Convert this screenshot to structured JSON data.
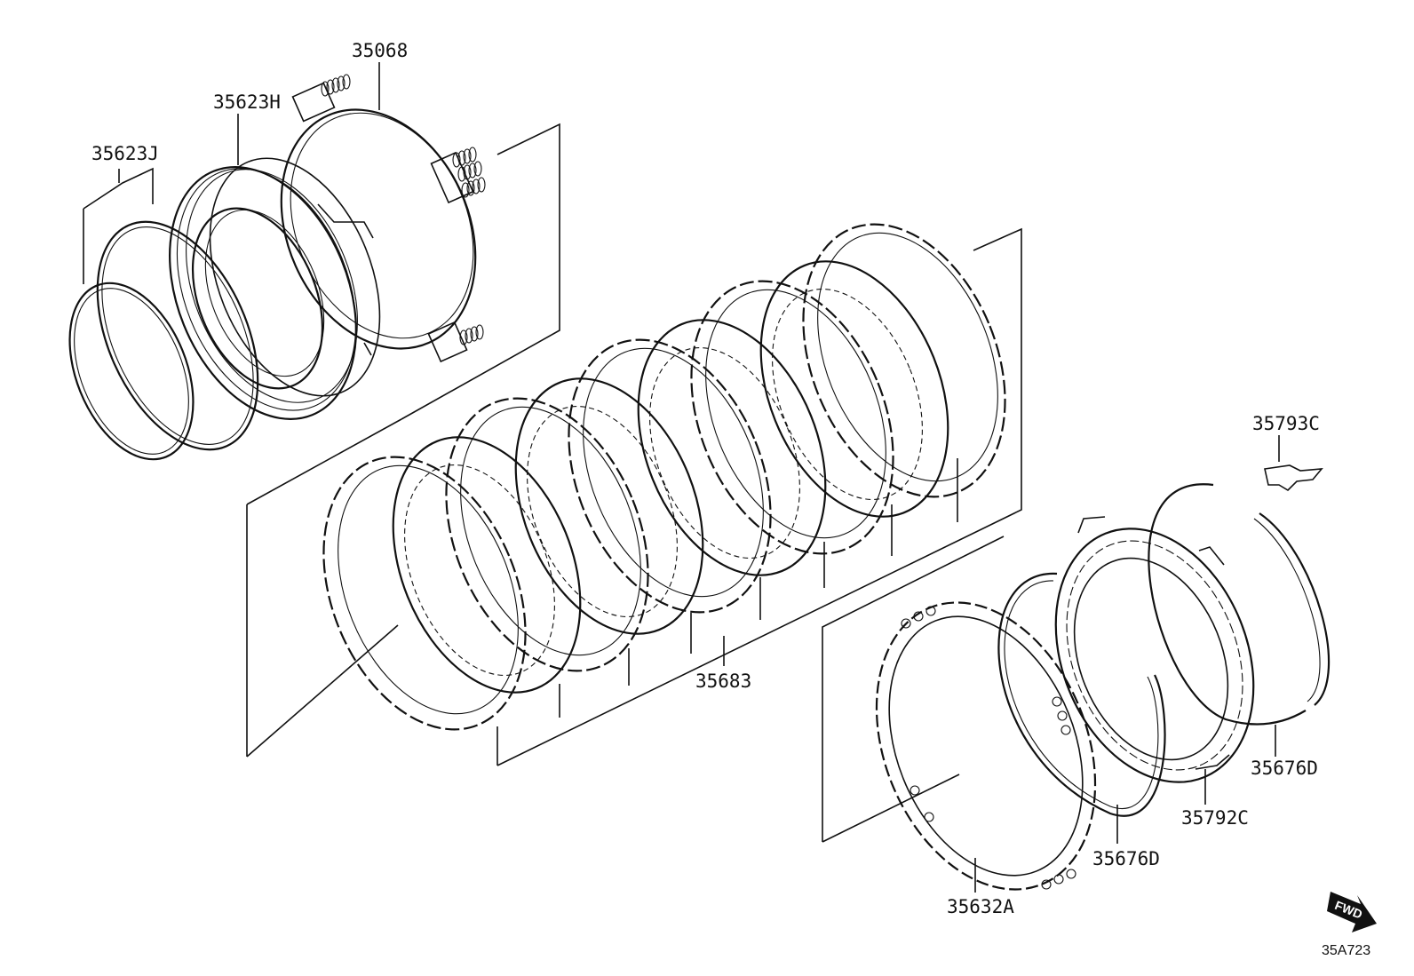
{
  "labels": {
    "p35068": "35068",
    "p35623H": "35623H",
    "p35623J": "35623J",
    "p35683": "35683",
    "p35793C": "35793C",
    "p35676D_right": "35676D",
    "p35792C": "35792C",
    "p35676D_lower": "35676D",
    "p35632A": "35632A"
  },
  "fwd_arrow": "FWD",
  "diagram_code": "35A723"
}
